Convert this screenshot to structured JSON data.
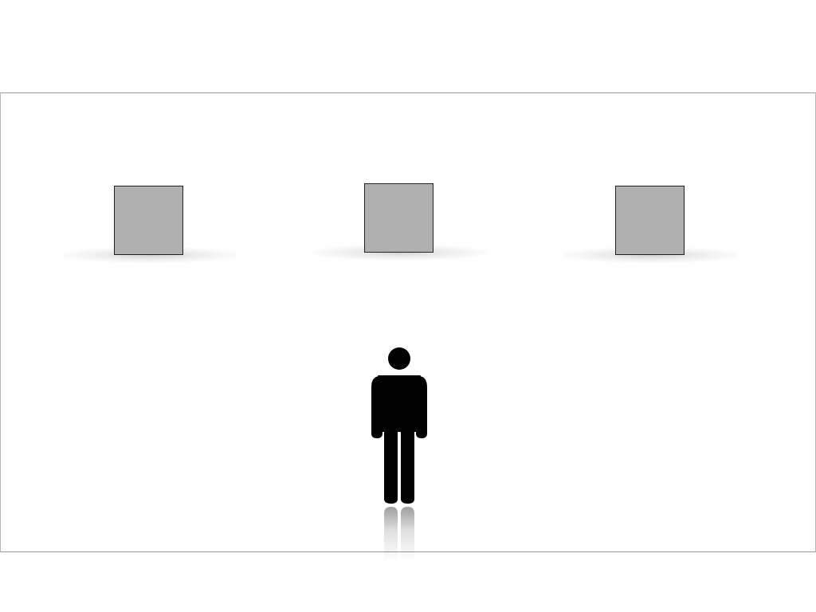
{
  "scene": {
    "blocks": [
      {
        "name": "left"
      },
      {
        "name": "center"
      },
      {
        "name": "right"
      }
    ],
    "colors": {
      "block_fill": "#b0b0b0",
      "block_border": "#222222",
      "figure": "#000000",
      "frame": "#9a9a9a"
    },
    "figure_icon": "person-standing-icon"
  }
}
